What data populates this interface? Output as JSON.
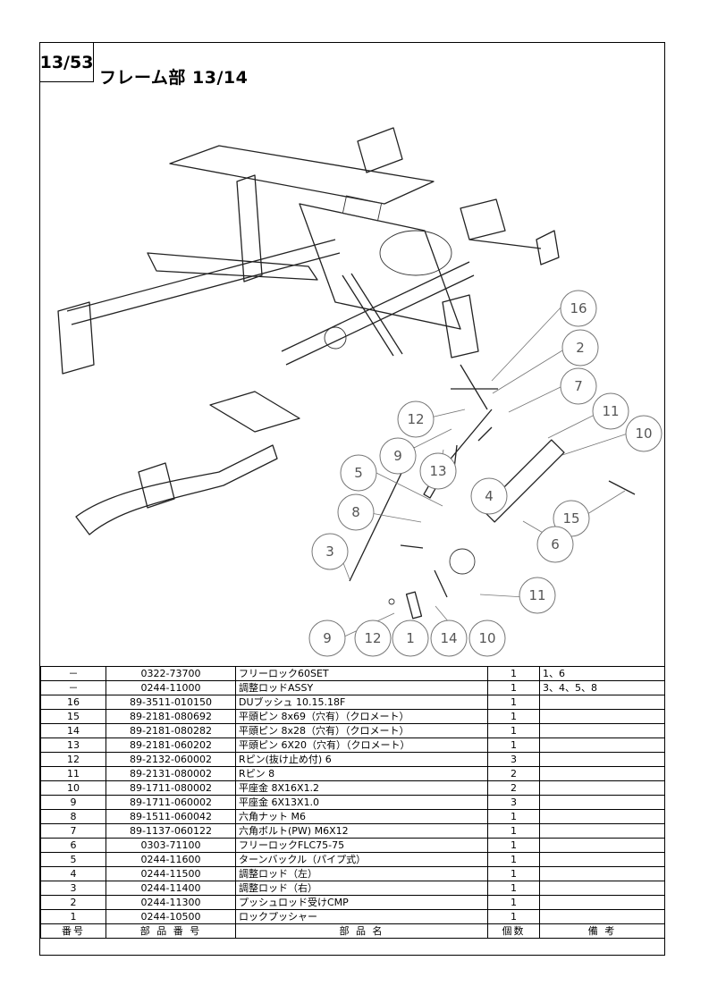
{
  "header": {
    "page": "13/53",
    "title": "フレーム部 13/14"
  },
  "callouts": [
    "16",
    "2",
    "7",
    "11",
    "10",
    "12",
    "9",
    "13",
    "5",
    "4",
    "8",
    "15",
    "6",
    "3",
    "11",
    "9",
    "12",
    "1",
    "14",
    "10"
  ],
  "table": {
    "header": {
      "no": "番号",
      "part_no": "部 品 番 号",
      "name": "部 品 名",
      "qty": "個数",
      "remarks": "備 考"
    },
    "rows": [
      {
        "no": "－",
        "part_no": "0322-73700",
        "name": "フリーロック60SET",
        "qty": "1",
        "remarks": "1、6"
      },
      {
        "no": "－",
        "part_no": "0244-11000",
        "name": "調整ロッドASSY",
        "qty": "1",
        "remarks": "3、4、5、8"
      },
      {
        "no": "16",
        "part_no": "89-3511-010150",
        "name": "DUブッシュ 10.15.18F",
        "qty": "1",
        "remarks": ""
      },
      {
        "no": "15",
        "part_no": "89-2181-080692",
        "name": "平頭ピン 8x69（穴有）（クロメート）",
        "qty": "1",
        "remarks": ""
      },
      {
        "no": "14",
        "part_no": "89-2181-080282",
        "name": "平頭ピン 8x28（穴有）（クロメート）",
        "qty": "1",
        "remarks": ""
      },
      {
        "no": "13",
        "part_no": "89-2181-060202",
        "name": "平頭ピン 6X20（穴有）（クロメート）",
        "qty": "1",
        "remarks": ""
      },
      {
        "no": "12",
        "part_no": "89-2132-060002",
        "name": "Rピン(抜け止め付) 6",
        "qty": "3",
        "remarks": ""
      },
      {
        "no": "11",
        "part_no": "89-2131-080002",
        "name": "Rピン 8",
        "qty": "2",
        "remarks": ""
      },
      {
        "no": "10",
        "part_no": "89-1711-080002",
        "name": "平座金 8X16X1.2",
        "qty": "2",
        "remarks": ""
      },
      {
        "no": "9",
        "part_no": "89-1711-060002",
        "name": "平座金 6X13X1.0",
        "qty": "3",
        "remarks": ""
      },
      {
        "no": "8",
        "part_no": "89-1511-060042",
        "name": "六角ナット M6",
        "qty": "1",
        "remarks": ""
      },
      {
        "no": "7",
        "part_no": "89-1137-060122",
        "name": "六角ボルト(PW) M6X12",
        "qty": "1",
        "remarks": ""
      },
      {
        "no": "6",
        "part_no": "0303-71100",
        "name": "フリーロックFLC75-75",
        "qty": "1",
        "remarks": ""
      },
      {
        "no": "5",
        "part_no": "0244-11600",
        "name": "ターンバックル（パイプ式）",
        "qty": "1",
        "remarks": ""
      },
      {
        "no": "4",
        "part_no": "0244-11500",
        "name": "調整ロッド（左）",
        "qty": "1",
        "remarks": ""
      },
      {
        "no": "3",
        "part_no": "0244-11400",
        "name": "調整ロッド（右）",
        "qty": "1",
        "remarks": ""
      },
      {
        "no": "2",
        "part_no": "0244-11300",
        "name": "プッシュロッド受けCMP",
        "qty": "1",
        "remarks": ""
      },
      {
        "no": "1",
        "part_no": "0244-10500",
        "name": "ロックプッシャー",
        "qty": "1",
        "remarks": ""
      }
    ]
  }
}
